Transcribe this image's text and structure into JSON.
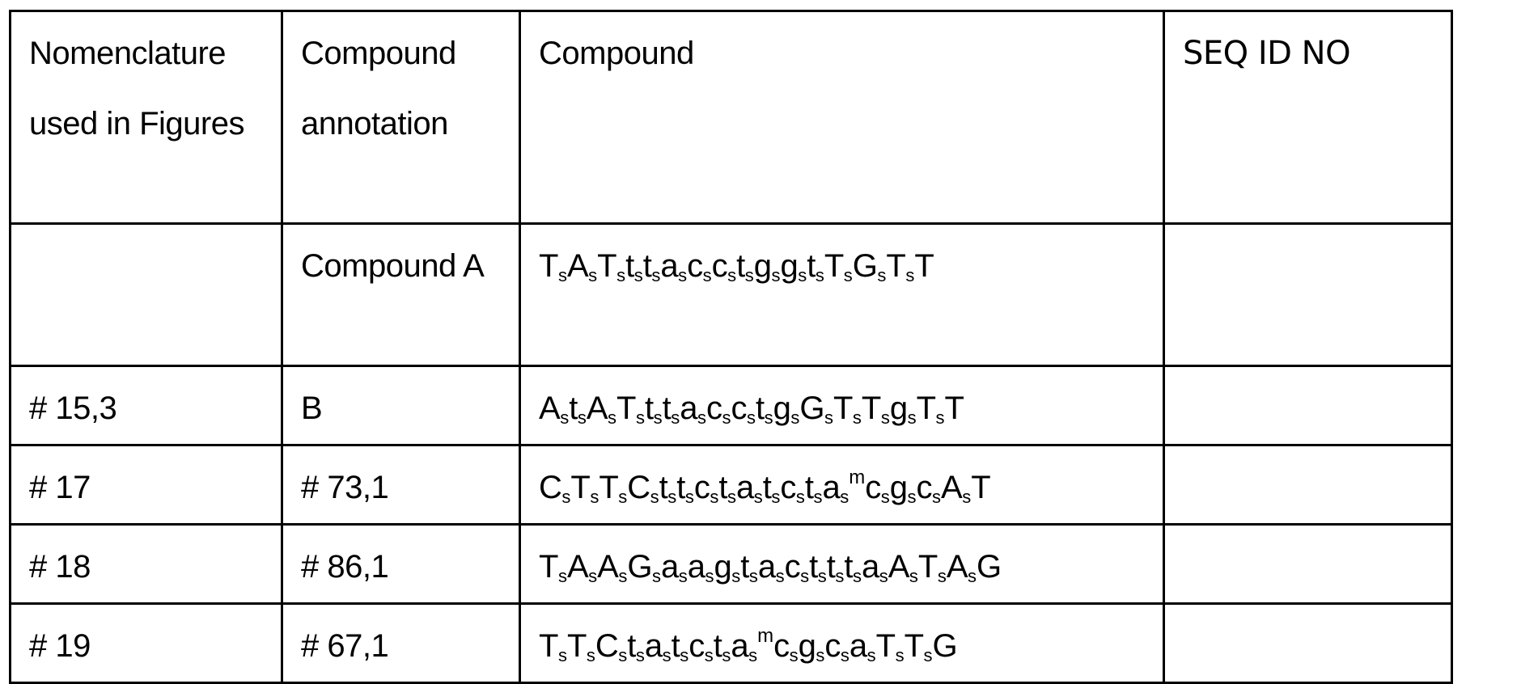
{
  "table": {
    "headers": {
      "nomenclature": "Nomenclature used in Figures",
      "annotation": "Compound annotation",
      "compound": "Compound",
      "seq_id": "SEQ ID NO"
    },
    "rows": [
      {
        "nomenclature": "",
        "annotation": "Compound A",
        "compound_text": "TsAsTststsascscstsgsgstsTsGsTsT",
        "compound_tokens": [
          {
            "b": "T",
            "m": "s"
          },
          {
            "b": "A",
            "m": "s"
          },
          {
            "b": "T",
            "m": "s"
          },
          {
            "b": "t",
            "m": "s"
          },
          {
            "b": "t",
            "m": "s"
          },
          {
            "b": "a",
            "m": "s"
          },
          {
            "b": "c",
            "m": "s"
          },
          {
            "b": "c",
            "m": "s"
          },
          {
            "b": "t",
            "m": "s"
          },
          {
            "b": "g",
            "m": "s"
          },
          {
            "b": "g",
            "m": "s"
          },
          {
            "b": "t",
            "m": "s"
          },
          {
            "b": "T",
            "m": "s"
          },
          {
            "b": "G",
            "m": "s"
          },
          {
            "b": "T",
            "m": "s"
          },
          {
            "b": "T",
            "m": ""
          }
        ],
        "seq_id": ""
      },
      {
        "nomenclature": "# 15,3",
        "annotation": "B",
        "compound_text": "AstsAsTststsascscstsgsGsTsTsgsTsT",
        "compound_tokens": [
          {
            "b": "A",
            "m": "s"
          },
          {
            "b": "t",
            "m": "s"
          },
          {
            "b": "A",
            "m": "s"
          },
          {
            "b": "T",
            "m": "s"
          },
          {
            "b": "t",
            "m": "s"
          },
          {
            "b": "t",
            "m": "s"
          },
          {
            "b": "a",
            "m": "s"
          },
          {
            "b": "c",
            "m": "s"
          },
          {
            "b": "c",
            "m": "s"
          },
          {
            "b": "t",
            "m": "s"
          },
          {
            "b": "g",
            "m": "s"
          },
          {
            "b": "G",
            "m": "s"
          },
          {
            "b": "T",
            "m": "s"
          },
          {
            "b": "T",
            "m": "s"
          },
          {
            "b": "g",
            "m": "s"
          },
          {
            "b": "T",
            "m": "s"
          },
          {
            "b": "T",
            "m": ""
          }
        ],
        "seq_id": ""
      },
      {
        "nomenclature": "# 17",
        "annotation": "# 73,1",
        "compound_text": "CsTsTsCststscstsastscstsas mcsgscsAsT",
        "compound_tokens": [
          {
            "b": "C",
            "m": "s"
          },
          {
            "b": "T",
            "m": "s"
          },
          {
            "b": "T",
            "m": "s"
          },
          {
            "b": "C",
            "m": "s"
          },
          {
            "b": "t",
            "m": "s"
          },
          {
            "b": "t",
            "m": "s"
          },
          {
            "b": "c",
            "m": "s"
          },
          {
            "b": "t",
            "m": "s"
          },
          {
            "b": "a",
            "m": "s"
          },
          {
            "b": "t",
            "m": "s"
          },
          {
            "b": "c",
            "m": "s"
          },
          {
            "b": "t",
            "m": "s"
          },
          {
            "b": "a",
            "m": "s"
          },
          {
            "b": "c",
            "m": "s",
            "pre": "m"
          },
          {
            "b": "g",
            "m": "s"
          },
          {
            "b": "c",
            "m": "s"
          },
          {
            "b": "A",
            "m": "s"
          },
          {
            "b": "T",
            "m": ""
          }
        ],
        "seq_id": ""
      },
      {
        "nomenclature": "# 18",
        "annotation": "# 86,1",
        "compound_text": "TsAsAsGsasasgstsascststsasAsTsAsG",
        "compound_tokens": [
          {
            "b": "T",
            "m": "s"
          },
          {
            "b": "A",
            "m": "s"
          },
          {
            "b": "A",
            "m": "s"
          },
          {
            "b": "G",
            "m": "s"
          },
          {
            "b": "a",
            "m": "s"
          },
          {
            "b": "a",
            "m": "s"
          },
          {
            "b": "g",
            "m": "s"
          },
          {
            "b": "t",
            "m": "s"
          },
          {
            "b": "a",
            "m": "s"
          },
          {
            "b": "c",
            "m": "s"
          },
          {
            "b": "t",
            "m": "s"
          },
          {
            "b": "t",
            "m": "s"
          },
          {
            "b": "t",
            "m": "s"
          },
          {
            "b": "a",
            "m": "s"
          },
          {
            "b": "A",
            "m": "s"
          },
          {
            "b": "T",
            "m": "s"
          },
          {
            "b": "A",
            "m": "s"
          },
          {
            "b": "G",
            "m": ""
          }
        ],
        "seq_id": ""
      },
      {
        "nomenclature": "# 19",
        "annotation": "# 67,1",
        "compound_text": "TsTsCstsastscstsas mcsgscsasTsTsG",
        "compound_tokens": [
          {
            "b": "T",
            "m": "s"
          },
          {
            "b": "T",
            "m": "s"
          },
          {
            "b": "C",
            "m": "s"
          },
          {
            "b": "t",
            "m": "s"
          },
          {
            "b": "a",
            "m": "s"
          },
          {
            "b": "t",
            "m": "s"
          },
          {
            "b": "c",
            "m": "s"
          },
          {
            "b": "t",
            "m": "s"
          },
          {
            "b": "a",
            "m": "s"
          },
          {
            "b": "c",
            "m": "s",
            "pre": "m"
          },
          {
            "b": "g",
            "m": "s"
          },
          {
            "b": "c",
            "m": "s"
          },
          {
            "b": "a",
            "m": "s"
          },
          {
            "b": "T",
            "m": "s"
          },
          {
            "b": "T",
            "m": "s"
          },
          {
            "b": "G",
            "m": ""
          }
        ],
        "seq_id": ""
      }
    ]
  }
}
